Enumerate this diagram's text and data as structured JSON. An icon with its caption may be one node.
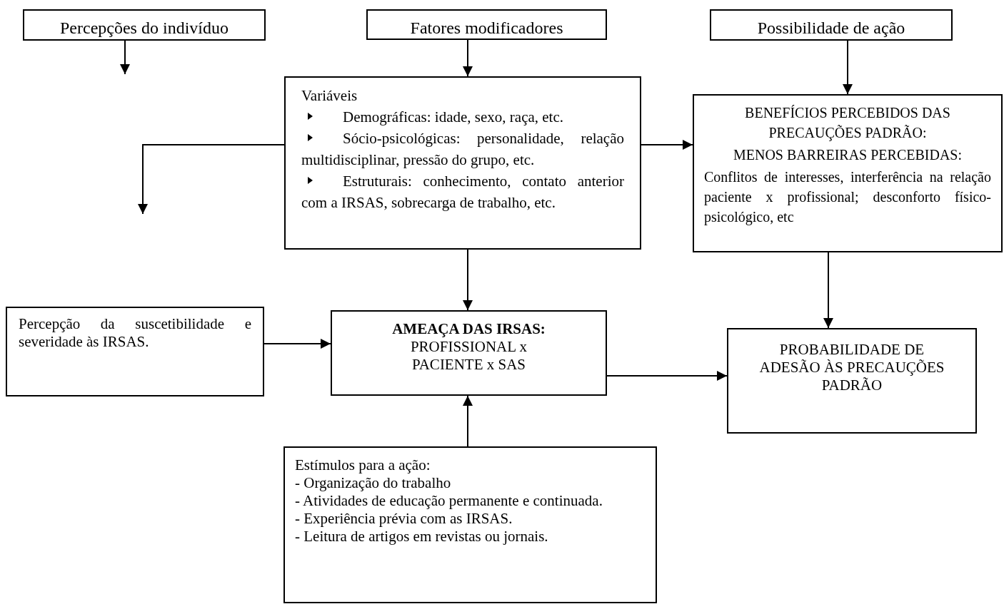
{
  "diagram": {
    "nodes": [
      {
        "text": [
          "Percepções do indivíduo"
        ]
      },
      {
        "text": [
          "Fatores modificadores"
        ]
      },
      {
        "text": [
          "Possibilidade de ação"
        ]
      },
      {
        "text": [
          "Variáveis",
          "Demográficas: idade, sexo, raça, etc.",
          "Sócio-psicológicas: personalidade, relação multidisciplinar, pressão do grupo, etc.",
          "Estruturais: conhecimento, contato anterior com a IRSAS, sobrecarga de trabalho, etc."
        ]
      },
      {
        "text": [
          "BENEFÍCIOS PERCEBIDOS DAS PRECAUÇÕES PADRÃO:",
          "MENOS BARREIRAS PERCEBIDAS:",
          "Conflitos de interesses, interferência na relação paciente x profissional; desconforto físico-psicológico, etc"
        ]
      },
      {
        "text": [
          "Percepção da suscetibilidade e severidade às IRSAS."
        ]
      },
      {
        "text": [
          "AMEAÇA DAS IRSAS:",
          "PROFISSIONAL x PACIENTE x SAS"
        ]
      },
      {
        "text": [
          "PROBABILIDADE DE ADESÃO ÀS PRECAUÇÕES PADRÃO"
        ]
      },
      {
        "text": [
          "Estímulos para a ação:",
          "- Organização do trabalho",
          "- Atividades de educação permanente e continuada.",
          "- Experiência prévia com as IRSAS.",
          "- Leitura de artigos em revistas ou jornais."
        ]
      }
    ],
    "edges": [
      {
        "from": 0,
        "to": null,
        "arrow": "to"
      },
      {
        "from": 1,
        "to": 3,
        "arrow": "to"
      },
      {
        "from": 2,
        "to": 4,
        "arrow": "to"
      },
      {
        "from": 3,
        "to": null,
        "arrow": "to"
      },
      {
        "from": 3,
        "to": 4,
        "arrow": "to"
      },
      {
        "from": 3,
        "to": 6,
        "arrow": "to"
      },
      {
        "from": 4,
        "to": 7,
        "arrow": "to"
      },
      {
        "from": 5,
        "to": 6,
        "arrow": "to"
      },
      {
        "from": 6,
        "to": 7,
        "arrow": "to"
      },
      {
        "from": 8,
        "to": 6,
        "arrow": "to"
      }
    ]
  }
}
